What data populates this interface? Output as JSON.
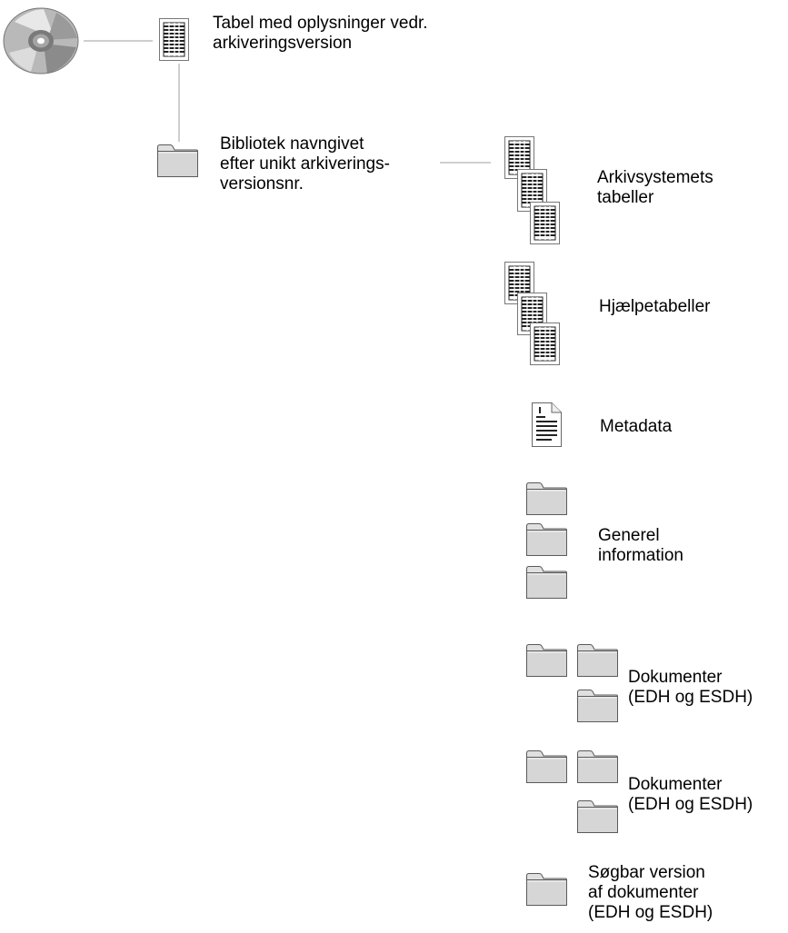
{
  "root": {
    "icon": "cd-disc-icon",
    "table_icon": "table-document-icon",
    "table_label": [
      "Tabel med oplysninger vedr.",
      "arkiveringsversion"
    ]
  },
  "folder": {
    "icon": "folder-icon",
    "label": [
      "Bibliotek navngivet",
      "efter unikt arkiverings-",
      "versionsnr."
    ]
  },
  "items": [
    {
      "id": "arkivsystem",
      "icon": "stacked-table-icon",
      "label": [
        "Arkivsystemets",
        "tabeller"
      ]
    },
    {
      "id": "hjaelpe",
      "icon": "stacked-table-icon",
      "label": [
        "Hjælpetabeller"
      ]
    },
    {
      "id": "metadata",
      "icon": "text-document-icon",
      "label": [
        "Metadata"
      ]
    },
    {
      "id": "generel",
      "icon": "folder-stack-icon",
      "label": [
        "Generel",
        "information"
      ]
    },
    {
      "id": "dokumenter-1",
      "icon": "folder-group-icon",
      "label": [
        "Dokumenter",
        "(EDH og ESDH)"
      ]
    },
    {
      "id": "dokumenter-2",
      "icon": "folder-group-icon",
      "label": [
        "Dokumenter",
        "(EDH og ESDH)"
      ]
    },
    {
      "id": "soegbar",
      "icon": "folder-icon",
      "label": [
        "Søgbar version",
        "af dokumenter",
        "(EDH og ESDH)"
      ]
    }
  ],
  "colors": {
    "connector": "#cfcfcf",
    "folder_fill": "#d6d6d6",
    "folder_stroke": "#5a5a5a",
    "table_grid": "#222222"
  }
}
